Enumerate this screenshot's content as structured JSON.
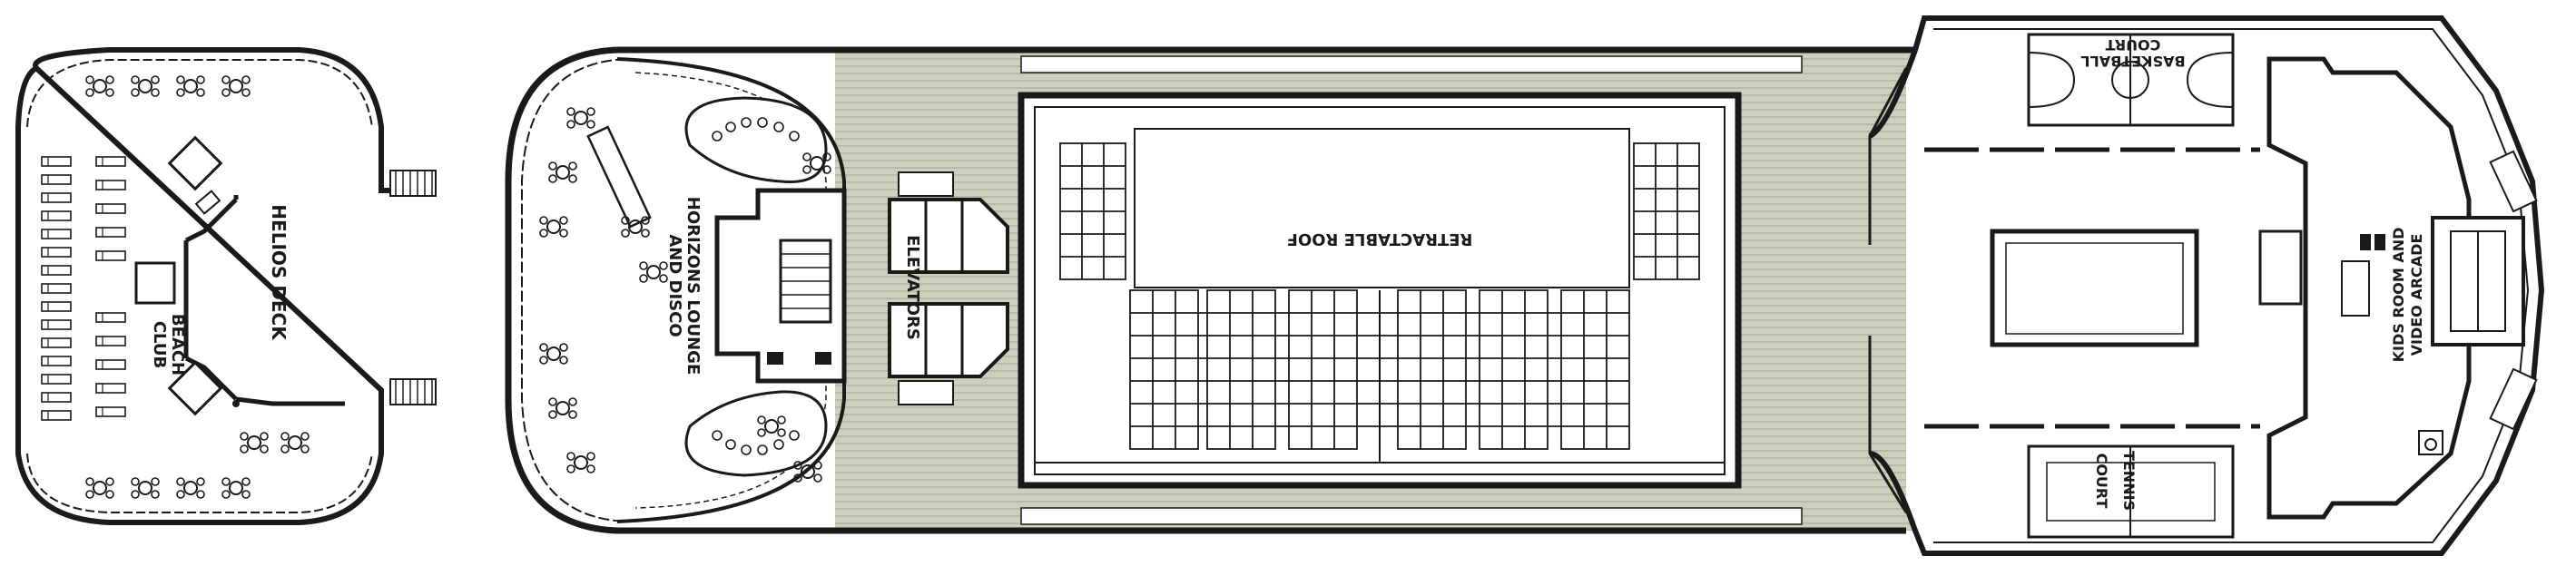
{
  "title": "",
  "labels": {
    "helios_deck": "HELIOS DECK",
    "beach_club_line1": "BEACH",
    "beach_club_line2": "CLUB",
    "horizons_line1": "HORIZONS LOUNGE",
    "horizons_line2": "AND DISCO",
    "elevators": "ELEVATORS",
    "retractable_roof": "RETRACTABLE ROOF",
    "basketball_line1": "BASKETBALL",
    "basketball_line2": "COURT",
    "kids_line1": "KIDS ROOM AND",
    "kids_line2": "VIDEO ARCADE",
    "tennis_line1": "TENNIS",
    "tennis_line2": "COURT"
  },
  "colors": {
    "line": "#1a1a1a",
    "teak_deck": "#cfcfbf",
    "teak_stripe": "#b9b9a6",
    "background": "#ffffff"
  },
  "icons": {
    "restroom": "restroom-icon",
    "accessible": "wheelchair-icon"
  }
}
